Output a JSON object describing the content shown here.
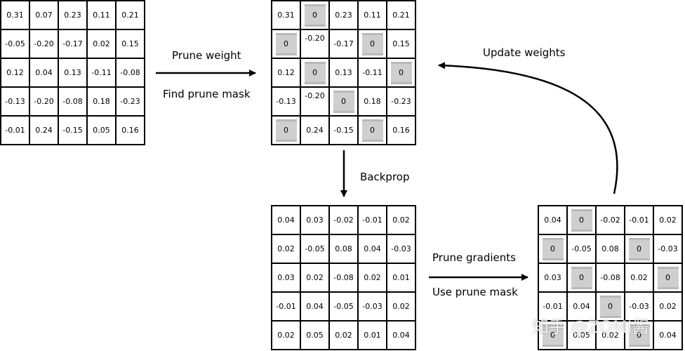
{
  "matrices": {
    "weights": [
      [
        "0.31",
        "0.07",
        "0.23",
        "0.11",
        "0.21"
      ],
      [
        "-0.05",
        "-0.20",
        "-0.17",
        "0.02",
        "0.15"
      ],
      [
        "0.12",
        "0.04",
        "0.13",
        "-0.11",
        "-0.08"
      ],
      [
        "-0.13",
        "-0.20",
        "-0.08",
        "0.18",
        "-0.23"
      ],
      [
        "-0.01",
        "0.24",
        "-0.15",
        "0.05",
        "0.16"
      ]
    ],
    "pruned_weights": [
      [
        "0.31",
        "0",
        "0.23",
        "0.11",
        "0.21"
      ],
      [
        "0",
        "-0.20",
        "-0.17",
        "0",
        "0.15"
      ],
      [
        "0.12",
        "0",
        "0.13",
        "-0.11",
        "0"
      ],
      [
        "-0.13",
        "-0.20",
        "0",
        "0.18",
        "-0.23"
      ],
      [
        "0",
        "0.24",
        "-0.15",
        "0",
        "0.16"
      ]
    ],
    "gradients": [
      [
        "0.04",
        "0.03",
        "-0.02",
        "-0.01",
        "0.02"
      ],
      [
        "0.02",
        "-0.05",
        "0.08",
        "0.04",
        "-0.03"
      ],
      [
        "0.03",
        "0.02",
        "-0.08",
        "0.02",
        "0.01"
      ],
      [
        "-0.01",
        "0.04",
        "-0.05",
        "-0.03",
        "0.02"
      ],
      [
        "0.02",
        "0.05",
        "0.02",
        "0.01",
        "0.04"
      ]
    ],
    "pruned_gradients": [
      [
        "0.04",
        "0",
        "-0.02",
        "-0.01",
        "0.02"
      ],
      [
        "0",
        "-0.05",
        "0.08",
        "0",
        "-0.03"
      ],
      [
        "0.03",
        "0",
        "-0.08",
        "0.02",
        "0"
      ],
      [
        "-0.01",
        "0.04",
        "0",
        "-0.03",
        "0.02"
      ],
      [
        "0",
        "0.05",
        "0.02",
        "0",
        "0.04"
      ]
    ]
  },
  "prune_mask": [
    [
      false,
      true,
      false,
      false,
      false
    ],
    [
      true,
      false,
      false,
      true,
      false
    ],
    [
      false,
      true,
      false,
      false,
      true
    ],
    [
      false,
      false,
      true,
      false,
      false
    ],
    [
      true,
      false,
      false,
      true,
      false
    ]
  ],
  "labels": {
    "prune_weight": "Prune weight",
    "find_prune_mask": "Find prune mask",
    "backprop": "Backprop",
    "prune_gradients": "Prune gradients",
    "use_prune_mask": "Use prune mask",
    "update_weights": "Update weights"
  },
  "watermark": "知乎 @ZOMI酱",
  "colors": {
    "mask_fill": "#cfcfcf",
    "line": "#000000"
  }
}
